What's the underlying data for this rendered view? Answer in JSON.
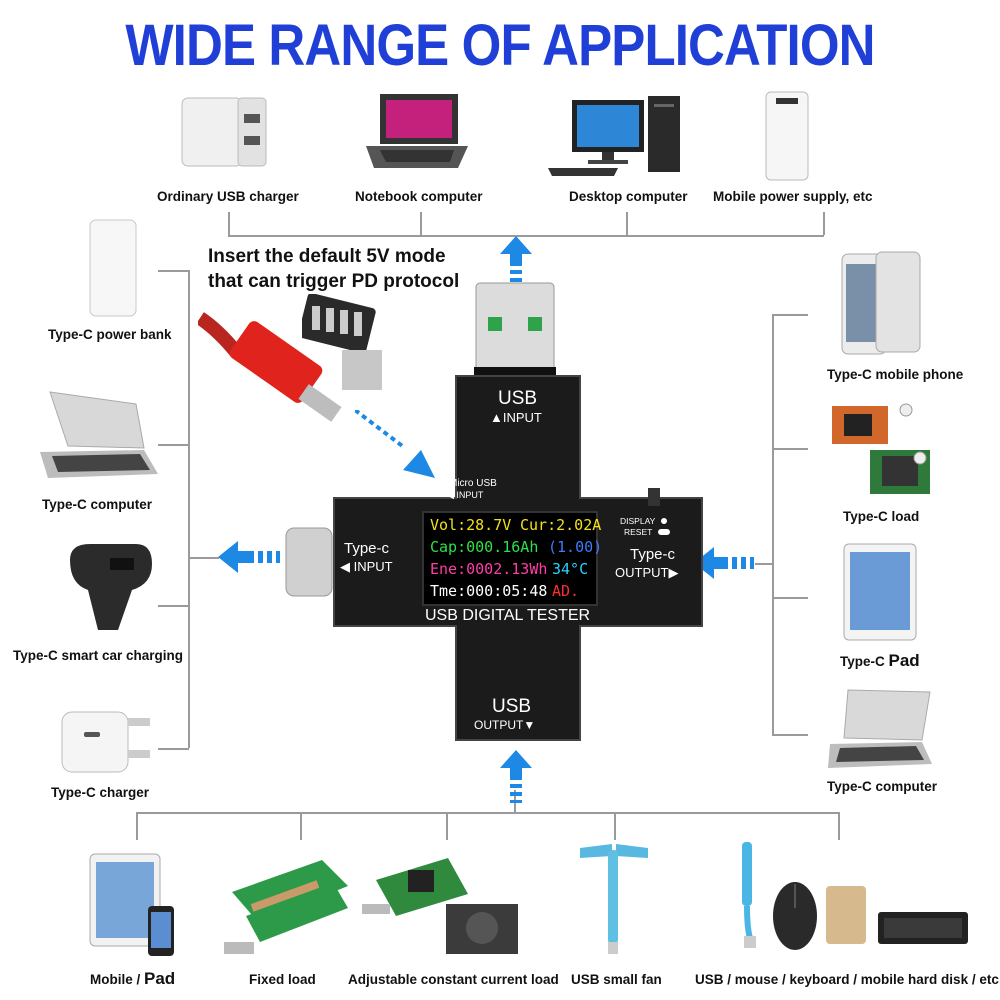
{
  "title": "WIDE RANGE OF APPLICATION",
  "note": {
    "line1": "Insert the default 5V mode",
    "line2": "that can trigger PD protocol"
  },
  "top_items": [
    "Ordinary USB charger",
    "Notebook computer",
    "Desktop computer",
    "Mobile power supply, etc"
  ],
  "left_items": [
    "Type-C power bank",
    "Type-C computer",
    "Type-C smart car charging",
    "Type-C charger"
  ],
  "right_items": [
    "Type-C mobile phone",
    "Type-C load",
    "Type-C ",
    "Pad",
    "Type-C computer"
  ],
  "bottom_items": [
    "Mobile / ",
    "Pad",
    "Fixed load",
    "Adjustable constant current load",
    "USB small fan",
    "USB / mouse / keyboard / mobile hard disk / etc"
  ],
  "tester": {
    "usb_in_label": "USB",
    "usb_in_sub": "▲INPUT",
    "micro_label": "Micro USB",
    "micro_sub": "◀ INPUT",
    "typec_in_label": "Type-c",
    "typec_in_sub": "◀ INPUT",
    "typec_out_label": "Type-c",
    "typec_out_sub": "OUTPUT▶",
    "display_label": "DISPLAY",
    "reset_label": "RESET",
    "brand": "USB DIGITAL TESTER",
    "usb_out_label": "USB",
    "usb_out_sub": "OUTPUT▼",
    "screen": {
      "vol": "Vol:28.7V",
      "cur": "Cur:2.02A",
      "cap": "Cap:000.16Ah",
      "dp": "(1.00)",
      "ene": "Ene:0002.13Wh",
      "temp": "34°C",
      "tme": "Tme:000:05:48",
      "ad": "AD."
    }
  },
  "colors": {
    "title": "#1f3fd6",
    "arrow": "#1e88e5",
    "body": "#111111",
    "line": "#9a9a9a"
  }
}
